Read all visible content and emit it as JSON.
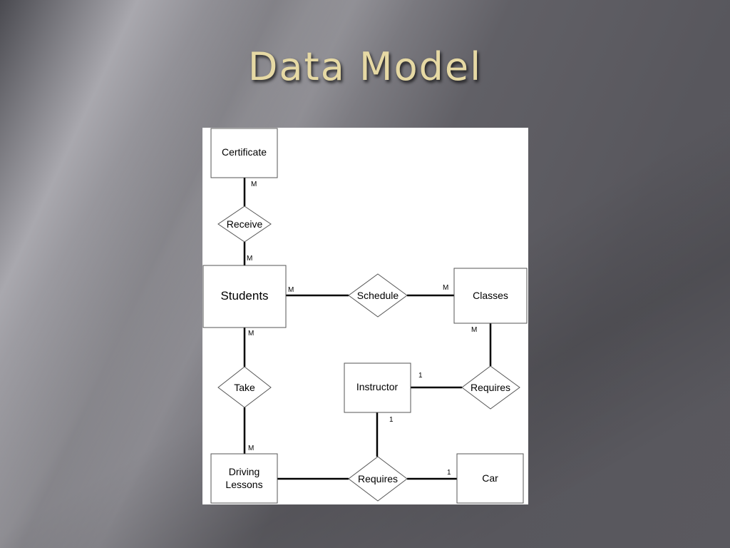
{
  "slide": {
    "title": "Data Model"
  },
  "diagram": {
    "entities": {
      "certificate": "Certificate",
      "students": "Students",
      "classes": "Classes",
      "instructor": "Instructor",
      "driving_lessons_line1": "Driving",
      "driving_lessons_line2": "Lessons",
      "car": "Car"
    },
    "relationships": {
      "receive": "Receive",
      "schedule": "Schedule",
      "take": "Take",
      "requires_classes_instructor": "Requires",
      "requires_lessons": "Requires"
    },
    "cardinalities": {
      "certificate_receive": "M",
      "receive_students": "M",
      "students_schedule": "M",
      "schedule_classes": "M",
      "students_take": "M",
      "classes_requires": "M",
      "instructor_requires": "1",
      "take_lessons": "M",
      "instructor_requires_lessons": "1",
      "car_requires": "1"
    },
    "colors": {
      "background": "#ffffff",
      "stroke": "#000000",
      "title": "#e6d9a4"
    }
  }
}
